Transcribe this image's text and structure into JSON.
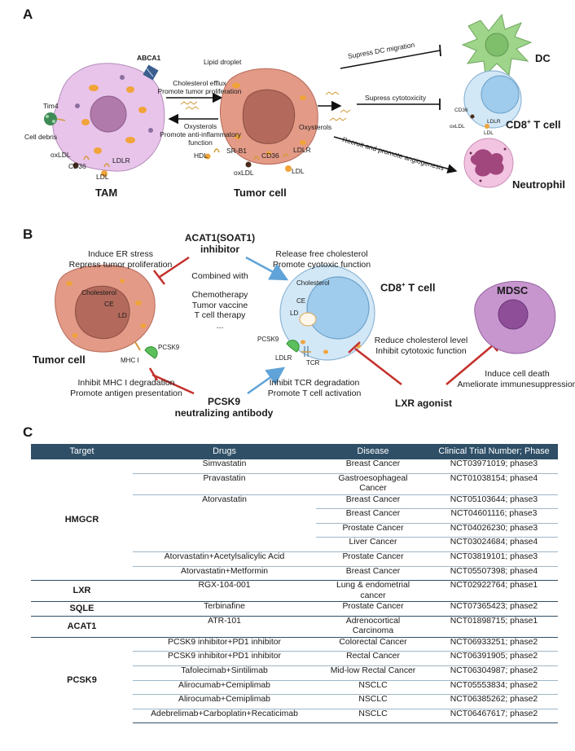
{
  "panelA": {
    "letter": "A",
    "abca1": "ABCA1",
    "lipid_droplet": "Lipid droplet",
    "efflux": [
      "Cholesterol efflux",
      "Promote tumor proliferation"
    ],
    "oxysterols_back": [
      "Oxysterols",
      "Promote anti-inflammatory",
      "function"
    ],
    "tim4": "Tim4",
    "cell_debris": "Cell debris",
    "oxldl_tam": "oxLDL",
    "cd36_tam": "CD36",
    "ldlr_tam": "LDLR",
    "ldl_tam": "LDL",
    "tam": "TAM",
    "hdl": "HDL",
    "srb1": "SR-B1",
    "cd36_tumor": "CD36",
    "ldlr_tumor": "LDLR",
    "oxldl_tumor": "oxLDL",
    "ldl_tumor": "LDL",
    "tumor_cell": "Tumor cell",
    "oxysterols": "Oxysterols",
    "suppress_dc": "Supress DC migration",
    "suppress_cyto": "Supress cytotoxicity",
    "recruit": "Recruit and promote angiogenesis",
    "dc": "DC",
    "cd8_pre": "CD8",
    "cd8_sup": "+",
    "cd8_post": " T cell",
    "neutrophil": "Neutrophil",
    "cd36_t": "CD36",
    "oxldl_t": "oxLDL",
    "ldlr_t": "LDLR",
    "ldl_t": "LDL"
  },
  "panelB": {
    "letter": "B",
    "acat1": [
      "ACAT1(SOAT1)",
      "inhibitor"
    ],
    "er_stress": [
      "Induce ER stress",
      "Repress tumor proliferation"
    ],
    "release": [
      "Release free cholesterol",
      "Promote cyotoxic function"
    ],
    "combined": "Combined with",
    "therapies": [
      "Chemotherapy",
      "Tumor vaccine",
      "T cell therapy",
      "..."
    ],
    "cholesterol_tumor": "Cholesterol",
    "ce_tumor": "CE",
    "ld_tumor": "LD",
    "pcsk9_tumor": "PCSK9",
    "mhc": "MHC I",
    "tumor_cell": "Tumor cell",
    "cholesterol_t": "Cholesterol",
    "ce_t": "CE",
    "ld_t": "LD",
    "pcsk9_t": "PCSK9",
    "ldlr_t": "LDLR",
    "tcr": "TCR",
    "cd8_pre": "CD8",
    "cd8_sup": "+",
    "cd8_post": " T cell",
    "mdsc": "MDSC",
    "reduce": [
      "Reduce cholesterol level",
      "Inhibit cytotoxic function"
    ],
    "mhc_deg": [
      "Inhibit MHC I degradation",
      "Promote antigen presentation"
    ],
    "tcr_deg": [
      "Inhibit TCR degradation",
      "Promote T cell activation"
    ],
    "pcsk9_ab": [
      "PCSK9",
      "neutralizing antibody"
    ],
    "lxr": "LXR agonist",
    "death": [
      "Induce cell death",
      "Ameliorate immunesuppression"
    ]
  },
  "panelC": {
    "letter": "C",
    "headers": [
      "Target",
      "Drugs",
      "Disease",
      "Clinical Trial Number; Phase"
    ],
    "groups": [
      {
        "target": "HMGCR",
        "rows": [
          [
            "Simvastatin",
            "Breast Cancer",
            "NCT03971019; phase3"
          ],
          [
            "Pravastatin",
            "Gastroesophageal\nCancer",
            "NCT01038154; phase4"
          ],
          [
            "Atorvastatin",
            "Breast Cancer",
            "NCT05103644; phase3"
          ],
          [
            "",
            "Breast Cancer",
            "NCT04601116; phase3"
          ],
          [
            "",
            "Prostate Cancer",
            "NCT04026230; phase3"
          ],
          [
            "",
            "Liver Cancer",
            "NCT03024684; phase4"
          ],
          [
            "Atorvastatin+Acetylsalicylic Acid",
            "Prostate Cancer",
            "NCT03819101; phase3"
          ],
          [
            "Atorvastatin+Metformin",
            "Breast Cancer",
            "NCT05507398; phase4"
          ]
        ]
      },
      {
        "target": "LXR",
        "rows": [
          [
            "RGX-104-001",
            "Lung & endometrial\ncancer",
            "NCT02922764; phase1"
          ]
        ]
      },
      {
        "target": "SQLE",
        "rows": [
          [
            "Terbinafine",
            "Prostate Cancer",
            "NCT07365423; phase2"
          ]
        ]
      },
      {
        "target": "ACAT1",
        "rows": [
          [
            "ATR-101",
            "Adrenocortical\nCarcinoma",
            "NCT01898715; phase1"
          ]
        ]
      },
      {
        "target": "PCSK9",
        "rows": [
          [
            "PCSK9 inhibitor+PD1 inhibitor",
            "Colorectal Cancer",
            "NCT06933251; phase2"
          ],
          [
            "PCSK9 inhibitor+PD1 inhibitor",
            "Rectal Cancer",
            "NCT06391905; phase2"
          ],
          [
            "Tafolecimab+Sintilimab",
            "Mid-low Rectal Cancer",
            "NCT06304987; phase2"
          ],
          [
            "Alirocumab+Cemiplimab",
            "NSCLC",
            "NCT05553834; phase2"
          ],
          [
            "Alirocumab+Cemiplimab",
            "NSCLC",
            "NCT06385262; phase2"
          ],
          [
            "Adebrelimab+Carboplatin+Recaticimab",
            "NSCLC",
            "NCT06467617; phase2"
          ]
        ]
      }
    ]
  },
  "colors": {
    "tam_fill": "#e8c4ea",
    "tumor_fill": "#e39a86",
    "nucleus_tumor": "#b36a5c",
    "dc_fill": "#9ed58a",
    "tcell_fill": "#d3e8f7",
    "tcell_nucleus": "#9fcbec",
    "neutrophil_fill": "#f3c3e2",
    "mdsc_fill": "#c796cf",
    "inhibit_red": "#c4302b",
    "promote_blue": "#5fa3d8",
    "header_blue": "#2f4f67",
    "lipid_orange": "#f0a43a"
  }
}
